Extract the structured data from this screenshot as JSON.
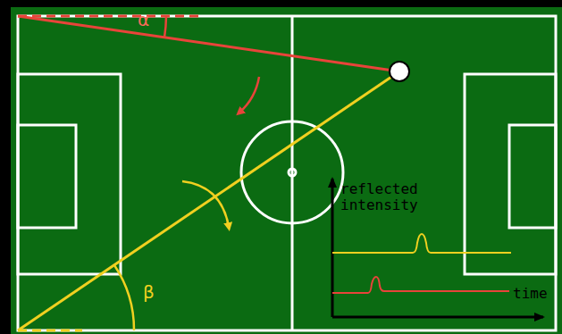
{
  "diagram": {
    "labels": [
      "α",
      "β",
      "reflected intensity",
      "time"
    ]
  }
}
